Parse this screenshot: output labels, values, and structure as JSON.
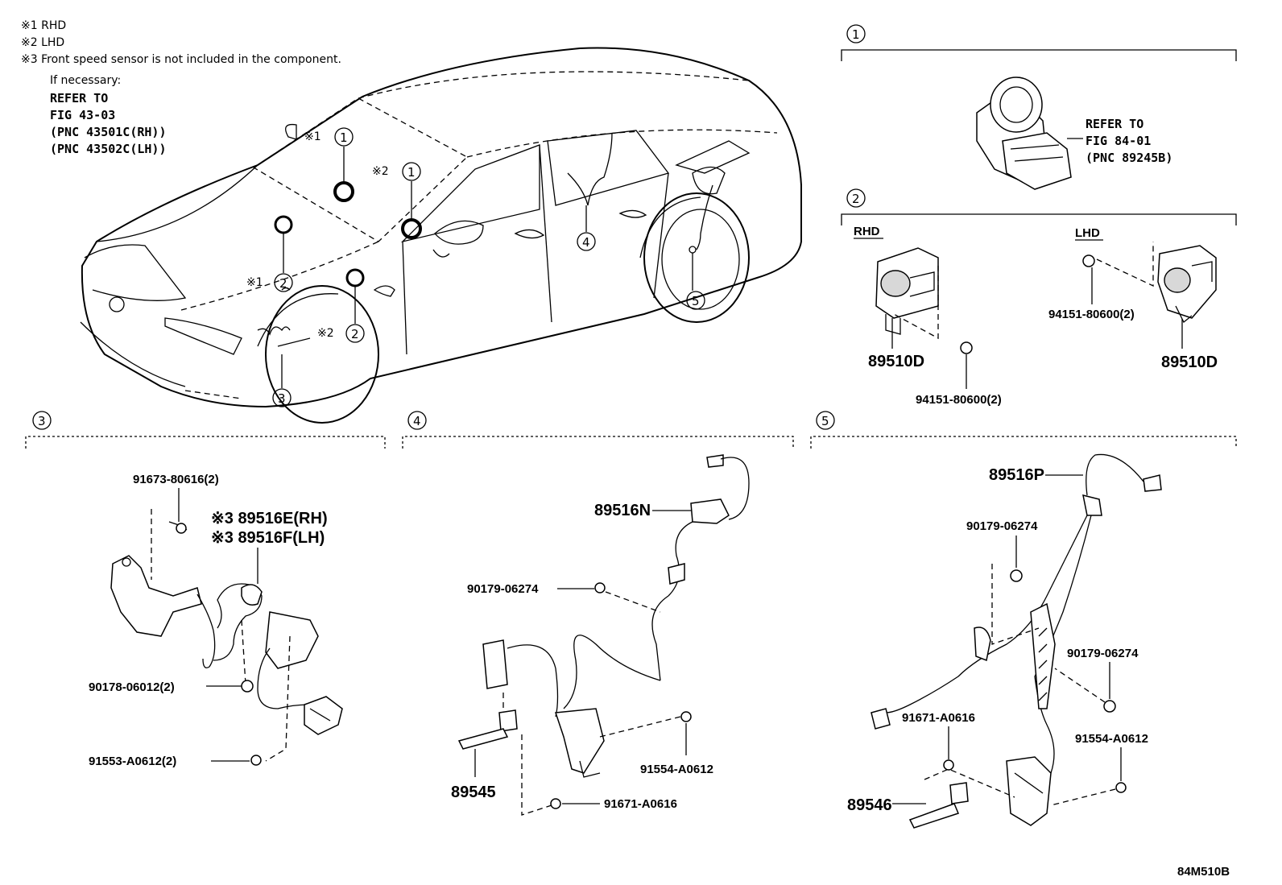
{
  "notes": {
    "n1": "※1 RHD",
    "n2": "※2 LHD",
    "n3": "※3 Front speed sensor is not included in the component.",
    "n4": "If necessary:",
    "n5": "REFER TO",
    "n6": "FIG 43-03",
    "n7": "(PNC 43501C(RH))",
    "n8": "(PNC 43502C(LH))"
  },
  "car_callouts": {
    "rhd_1_mark": "※1",
    "lhd_1_mark": "※2",
    "rhd_2_mark": "※1",
    "lhd_2_mark": "※2",
    "c1a": "1",
    "c1b": "1",
    "c2a": "2",
    "c2b": "2",
    "c3": "3",
    "c4": "4",
    "c5": "5"
  },
  "section1": {
    "num": "1",
    "ref1": "REFER TO",
    "ref2": "FIG 84-01",
    "ref3": "(PNC 89245B)"
  },
  "section2": {
    "num": "2",
    "rhd": "RHD",
    "lhd": "LHD",
    "rhd_sensor": "89510D",
    "rhd_nut": "94151-80600(2)",
    "lhd_nut": "94151-80600(2)",
    "lhd_sensor": "89510D"
  },
  "section3": {
    "num": "3",
    "bolt_top": "91673-80616(2)",
    "sensor_rh": "※3 89516E(RH)",
    "sensor_lh": "※3 89516F(LH)",
    "nut": "90178-06012(2)",
    "bolt_bottom": "91553-A0612(2)"
  },
  "section4": {
    "num": "4",
    "harness": "89516N",
    "clip": "90179-06274",
    "sensor": "89545",
    "bolt_right": "91554-A0612",
    "bolt_bottom": "91671-A0616"
  },
  "section5": {
    "num": "5",
    "harness": "89516P",
    "clip_top": "90179-06274",
    "clip_right": "90179-06274",
    "bolt_left": "91671-A0616",
    "bolt_right": "91554-A0612",
    "sensor": "89546"
  },
  "figure_code": "84M510B"
}
